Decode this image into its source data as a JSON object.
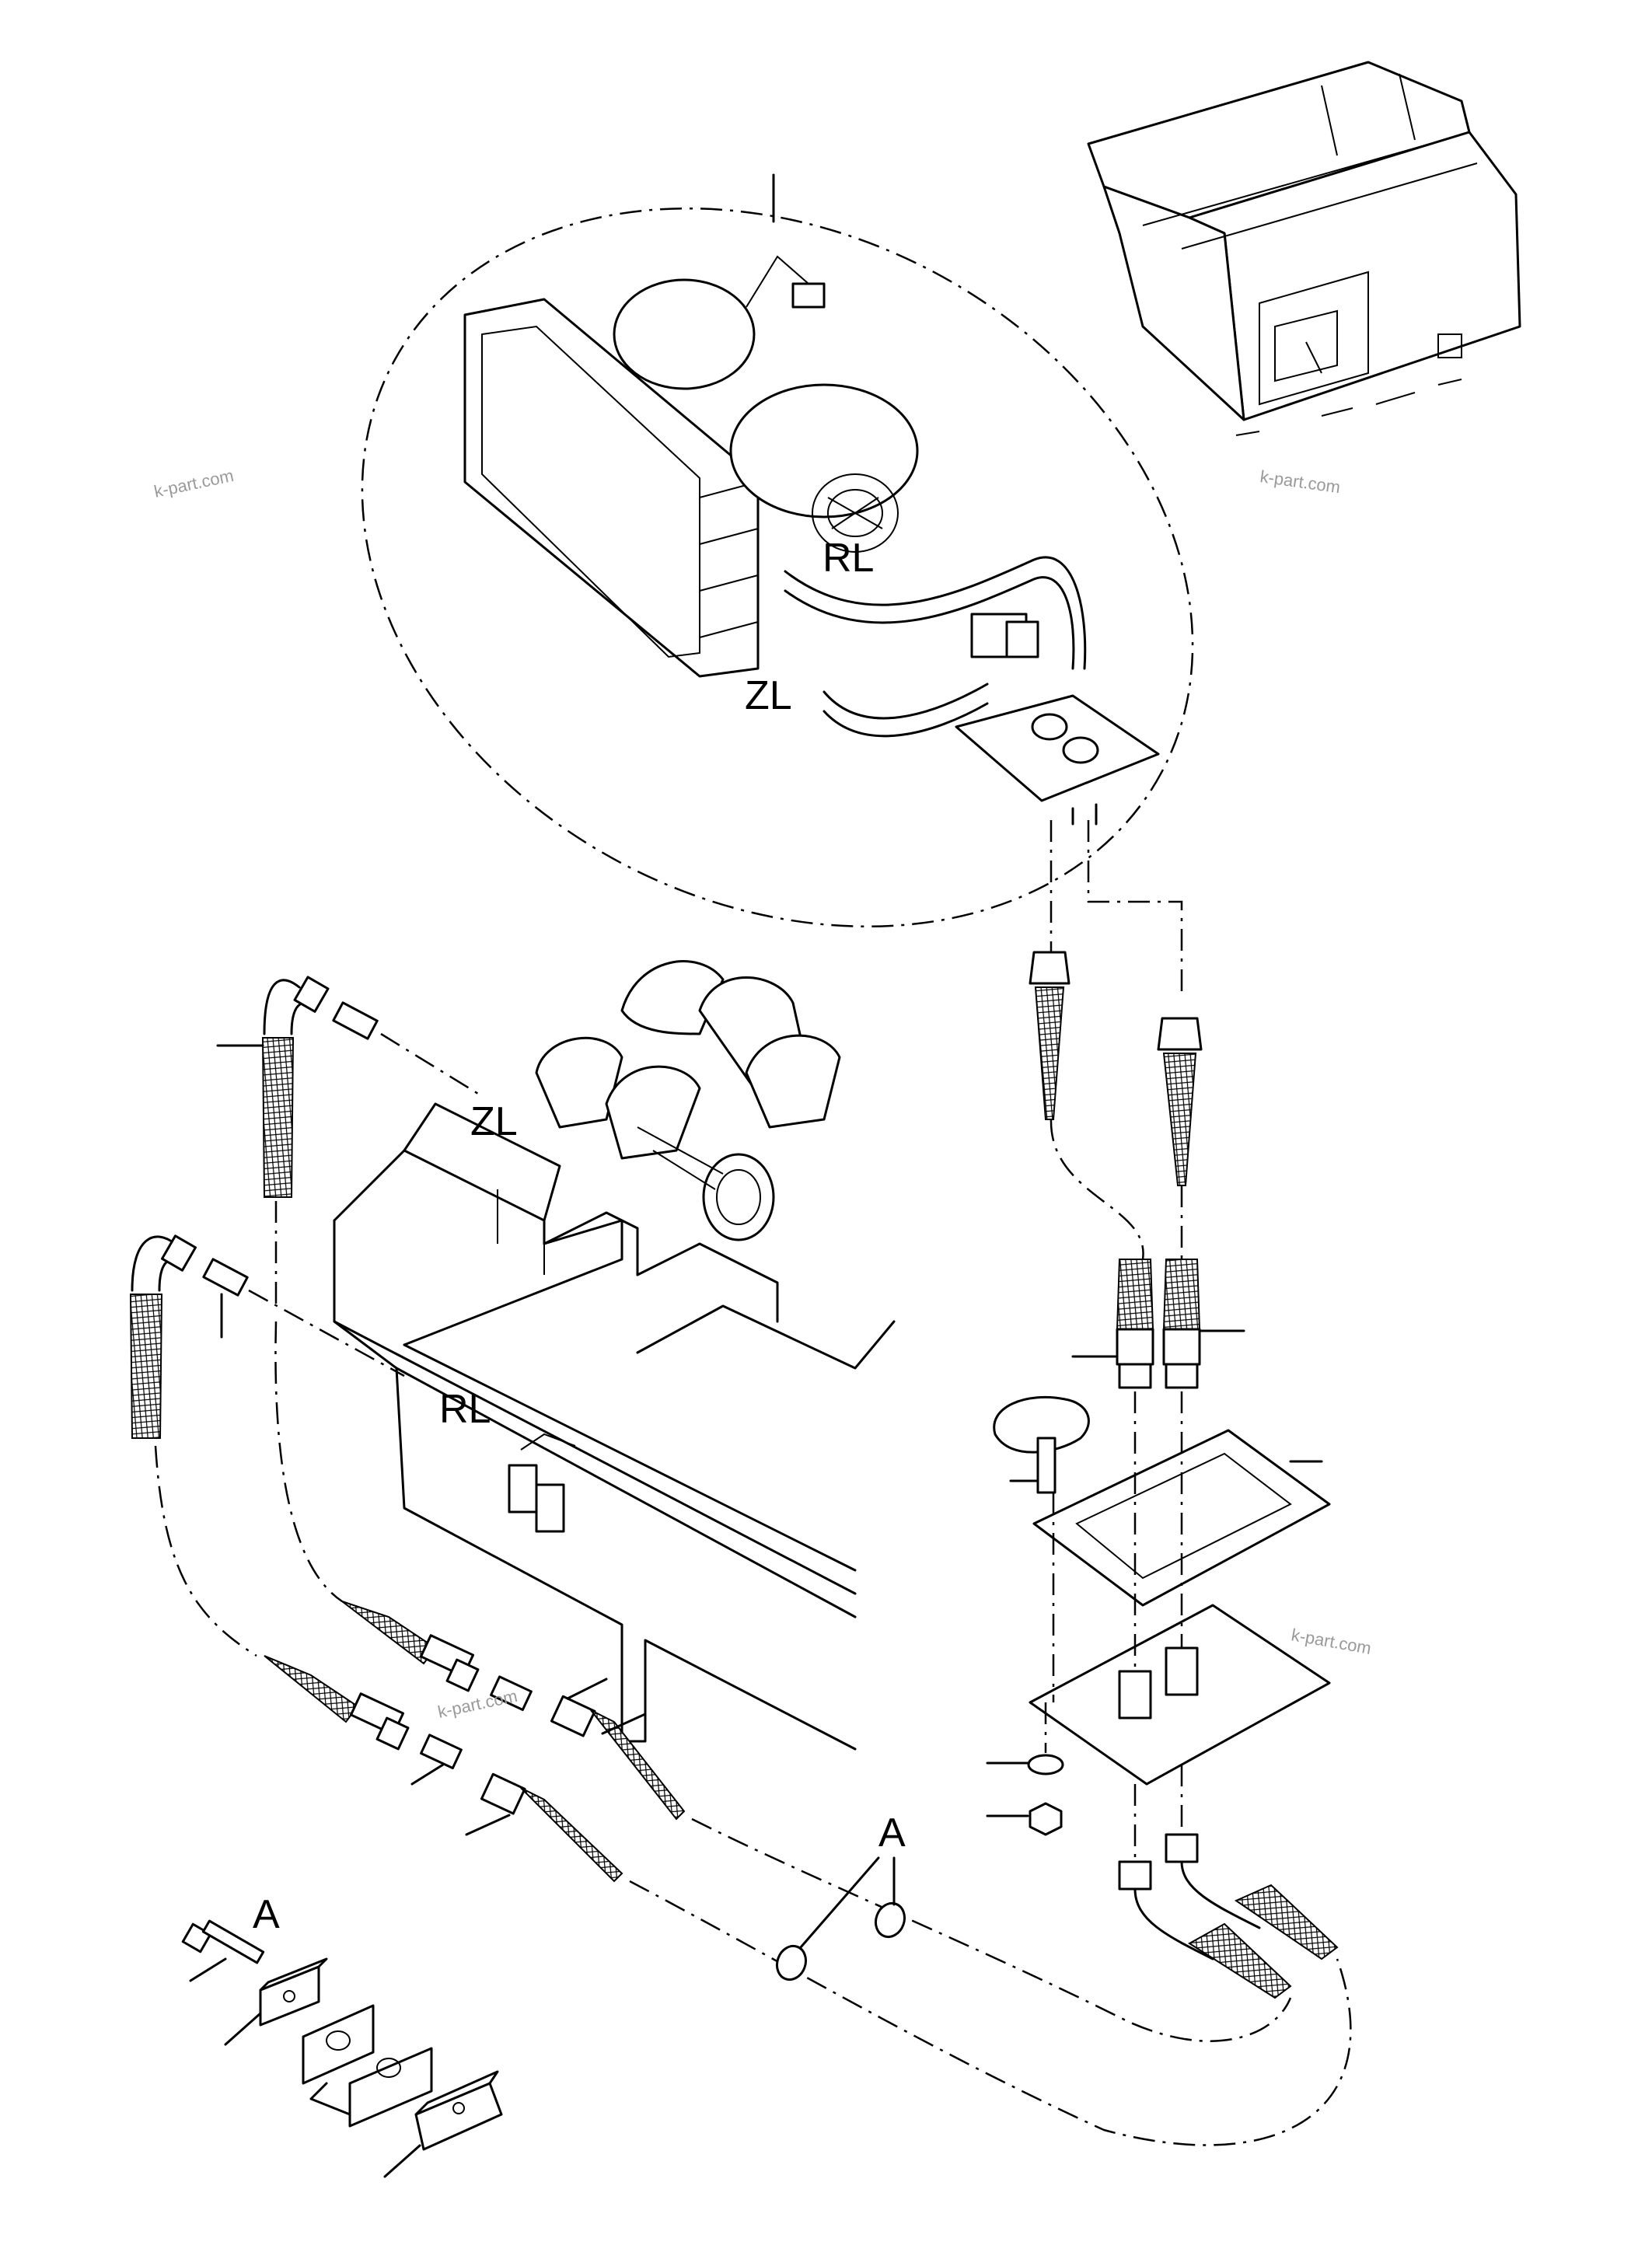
{
  "labels": {
    "rl": "RL",
    "zl": "ZL",
    "a": "A"
  },
  "watermarks": {
    "wm1": "k-part.com",
    "wm2": "k-part.com",
    "wm3": "k-part.com",
    "wm4": "k-part.com"
  },
  "colors": {
    "line": "#000000",
    "background": "#ffffff",
    "watermark": "#9a9a9a"
  }
}
